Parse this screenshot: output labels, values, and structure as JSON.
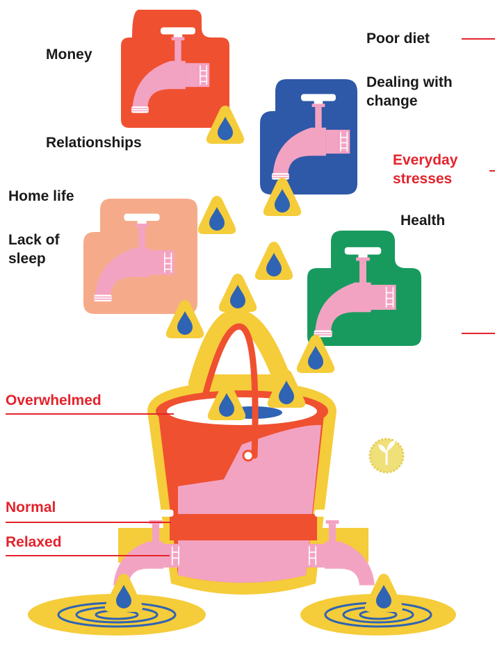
{
  "stressors": {
    "money": "Money",
    "relationships": "Relationships",
    "home_life": "Home life",
    "lack_of_sleep_line1": "Lack of",
    "lack_of_sleep_line2": "sleep",
    "poor_diet": "Poor diet",
    "dealing_with_change_line1": "Dealing with",
    "dealing_with_change_line2": "change",
    "health": "Health"
  },
  "callouts": {
    "everyday_stresses_line1": "Everyday",
    "everyday_stresses_line2": "stresses"
  },
  "levels": {
    "overwhelmed": "Overwhelmed",
    "normal": "Normal",
    "relaxed": "Relaxed"
  },
  "colors": {
    "accent_red": "#e3232c",
    "bucket_orange": "#ef5030",
    "tap_blue": "#2e58a8",
    "tap_green": "#189a5e",
    "tap_peach": "#f5ab8a",
    "drop_yellow": "#f5cc3a",
    "water_pink": "#f3a3c2",
    "water_blue": "#2f63b3"
  },
  "icons": {
    "tap": "faucet-icon",
    "drop": "water-drop-icon",
    "badge": "sprout-badge-icon"
  }
}
